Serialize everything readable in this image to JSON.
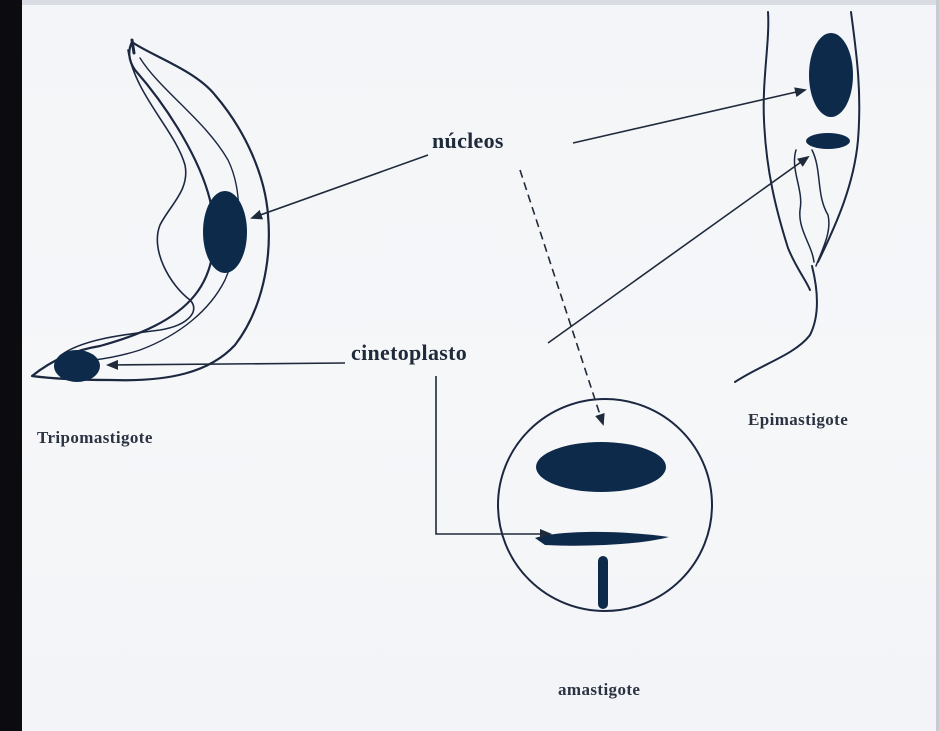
{
  "labels": {
    "nucleos": "núcleos",
    "cinetoplasto": "cinetoplasto",
    "tripomastigote": "Tripomastigote",
    "epimastigote": "Epimastigote",
    "amastigote": "amastigote"
  },
  "colors": {
    "ink": "#1f2a3a",
    "organelle": "#0d2a4a",
    "background": "#f4f6f9"
  }
}
